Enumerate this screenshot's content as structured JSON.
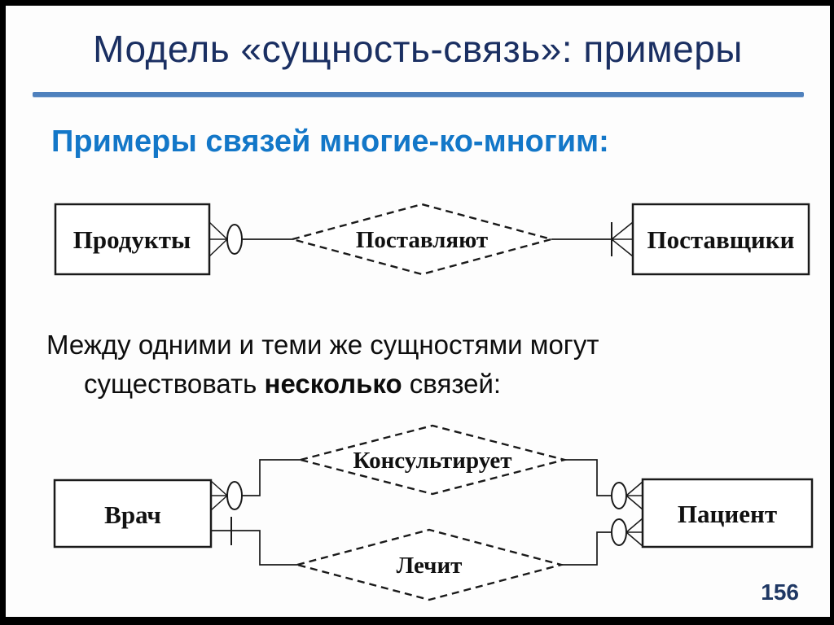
{
  "slide": {
    "title": "Модель «сущность-связь»: примеры",
    "subtitle": "Примеры связей многие-ко-многим:",
    "body_line1": "Между одними и теми же сущностями могут",
    "body_line2_prefix": "существовать ",
    "body_line2_bold": "несколько",
    "body_line2_suffix": " связей:",
    "page_number": "156"
  },
  "colors": {
    "title_navy": "#1a2f62",
    "subtitle_blue": "#1377c8",
    "rule_blue": "#4f81bd",
    "page_number_navy": "#1f3864",
    "diagram_ink": "#1a1a1a",
    "background": "#fdfdfd",
    "frame": "#000000"
  },
  "diagram1": {
    "type": "er-diagram",
    "entity_left": "Продукты",
    "relationship": "Поставляют",
    "entity_right": "Поставщики",
    "left_cardinality": "many-optional (crow's foot + oval)",
    "right_cardinality": "mandatory-many (bar + crow's foot)"
  },
  "diagram2": {
    "type": "er-diagram",
    "entity_left": "Врач",
    "relationship_top": "Консультирует",
    "relationship_bottom": "Лечит",
    "entity_right": "Пациент",
    "left_top_cardinality": "many-optional (crow's foot + oval)",
    "left_bottom_cardinality": "mandatory-one (bar)",
    "right_cardinality": "many-optional (oval + crow's foot), both links"
  }
}
